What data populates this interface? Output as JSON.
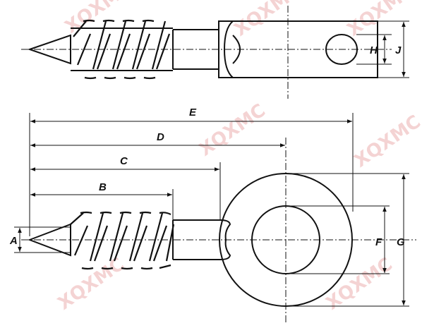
{
  "watermark": "XQXMC",
  "top_view": {
    "dimensions": [
      "H",
      "J"
    ]
  },
  "front_view": {
    "dimensions": [
      "A",
      "B",
      "C",
      "D",
      "E",
      "F",
      "G"
    ]
  }
}
